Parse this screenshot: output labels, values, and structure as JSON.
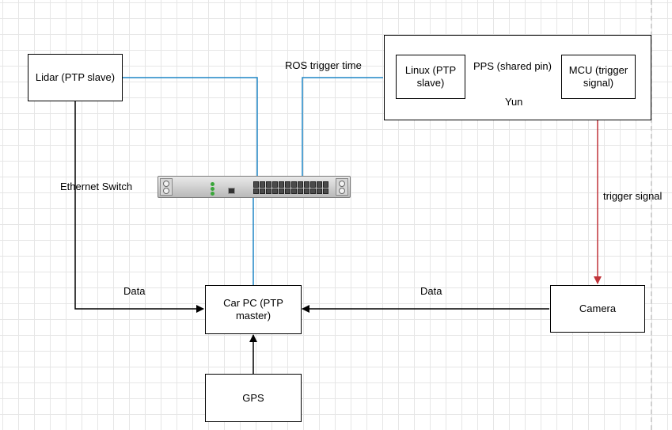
{
  "nodes": {
    "lidar": "Lidar (PTP slave)",
    "linux": "Linux (PTP slave)",
    "mcu": "MCU (trigger signal)",
    "yun": "Yun",
    "car_pc": "Car PC (PTP master)",
    "camera": "Camera",
    "gps": "GPS",
    "ethernet_switch": "Ethernet Switch"
  },
  "edge_labels": {
    "ros_trigger_time": "ROS trigger time",
    "pps": "PPS (shared pin)",
    "trigger_signal": "trigger signal",
    "data_lidar": "Data",
    "data_camera": "Data"
  },
  "colors": {
    "network_link": "#1f86c5",
    "trigger_link": "#c0343a",
    "data_link": "#000000"
  },
  "icons": {
    "switch": "ethernet-switch-icon"
  }
}
